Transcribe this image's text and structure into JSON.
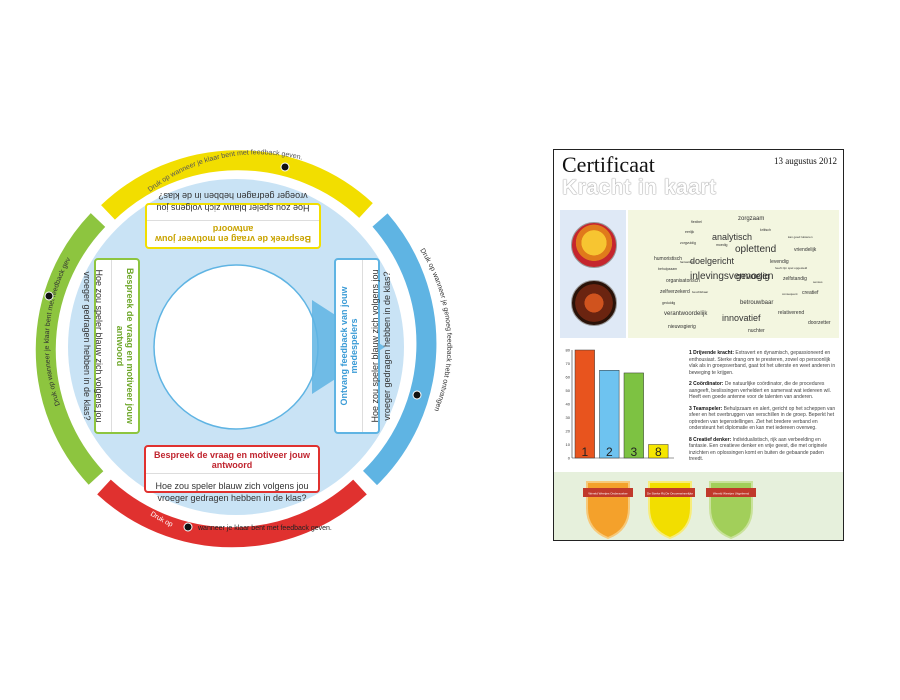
{
  "wheel": {
    "ring_text_top": "Druk op wanneer je klaar bent met feedback geven.",
    "ring_text_left": "Druk op wanneer je klaar bent met feedback geven.",
    "ring_text_right": "Druk op wanneer je genoeg feedback hebt ontvangen",
    "ring_bottom_prefix": "Druk op",
    "ring_bottom_text": "wanneer je klaar bent met feedback geven.",
    "card_bottom": {
      "heading": "Bespreek de vraag en motiveer jouw antwoord",
      "question": "Hoe zou speler blauw zich volgens jou vroeger gedragen hebben in de klas?"
    },
    "card_top": {
      "heading": "Bespreek de vraag en motiveer jouw antwoord",
      "question": "Hoe zou speler blauw zich volgens jou vroeger gedragen hebben in de klas?"
    },
    "card_left": {
      "heading": "Bespreek de vraag en motiveer jouw antwoord",
      "question": "Hoe zou speler blauw zich volgens jou vroeger gedragen hebben in de klas?"
    },
    "card_right": {
      "heading": "Ontvang feedback van jouw medespelers",
      "question": "Hoe zou speler blauw zich volgens jou vroeger gedragen hebben in de klas?"
    },
    "colors": {
      "yellow": "#f2de00",
      "blue": "#5fb4e3",
      "red": "#e0312f",
      "green": "#8dc53f",
      "inner": "#c9e3f5"
    }
  },
  "certificate": {
    "title": "Certificaat",
    "date": "13 augustus 2012",
    "subtitle": "Kracht in kaart",
    "word_cloud": [
      {
        "text": "zorgzaam",
        "size": 6
      },
      {
        "text": "flexibel",
        "size": 3.5
      },
      {
        "text": "eerlijk",
        "size": 3.5
      },
      {
        "text": "kritisch",
        "size": 3.5
      },
      {
        "text": "analytisch",
        "size": 9
      },
      {
        "text": "kan goed luisteren",
        "size": 3
      },
      {
        "text": "zorgvuldig",
        "size": 3.5
      },
      {
        "text": "moedig",
        "size": 3.5
      },
      {
        "text": "oplettend",
        "size": 10
      },
      {
        "text": "vriendelijk",
        "size": 5
      },
      {
        "text": "humoristisch",
        "size": 5
      },
      {
        "text": "doelgericht",
        "size": 9
      },
      {
        "text": "levendig",
        "size": 5
      },
      {
        "text": "fantastisch",
        "size": 3
      },
      {
        "text": "heeft zijn spel opgesteld",
        "size": 3
      },
      {
        "text": "inlevingsvermogen",
        "size": 10
      },
      {
        "text": "behulpzaam",
        "size": 3.5
      },
      {
        "text": "zelfstandig",
        "size": 5
      },
      {
        "text": "organisatorisch",
        "size": 5
      },
      {
        "text": "gevoelig",
        "size": 9
      },
      {
        "text": "sensus",
        "size": 3
      },
      {
        "text": "zelfverzekerd",
        "size": 5
      },
      {
        "text": "beschikbaar",
        "size": 3
      },
      {
        "text": "creatief",
        "size": 5
      },
      {
        "text": "consequent",
        "size": 3
      },
      {
        "text": "geduldig",
        "size": 3.5
      },
      {
        "text": "betrouwbaar",
        "size": 6
      },
      {
        "text": "verantwoordelijk",
        "size": 6
      },
      {
        "text": "relativerend",
        "size": 5
      },
      {
        "text": "innovatief",
        "size": 9
      },
      {
        "text": "doorzetter",
        "size": 5
      },
      {
        "text": "nieuwsgierig",
        "size": 5
      },
      {
        "text": "nuchter",
        "size": 5
      }
    ],
    "traits": [
      {
        "title": "1 Drijvende kracht:",
        "text": "Extravert en dynamisch, gepassioneerd en enthousiast. Sterke drang om te presteren, zowel op persoonlijk vlak als in groepsverband, gaat tot het uiterste en weet anderen in beweging te krijgen."
      },
      {
        "title": "2 Coördinator:",
        "text": "De natuurlijke coördinator, die de procedures aangeeft, beslissingen verheldert en samenvat wat iedereen wil. Heeft een goede antenne voor de talenten van anderen."
      },
      {
        "title": "3 Teamspeler:",
        "text": "Behulpzaam en alert, gericht op het scheppen van sfeer en het overbruggen van verschillen in de groep. Beperkt het optreden van tegenstellingen. Ziet het bredere verband en ondersteunt het diplomatie en kan met iedereen overweg."
      },
      {
        "title": "8 Creatief denker:",
        "text": "Individualistisch, rijk aan verbeelding en fantasie. Een creatieve denker en vrije geest, die met originele inzichten en oplossingen komt en buiten de gebaande paden treedt."
      }
    ],
    "badges": [
      {
        "text": "Wereld Weetjes Onderzoeker"
      },
      {
        "text": "De Sterke Rij De Onoverwinnelijke"
      },
      {
        "text": "Wereld Weetjes Uitgeleend"
      }
    ]
  },
  "chart_data": {
    "type": "bar",
    "categories": [
      "1",
      "2",
      "3",
      "8"
    ],
    "values": [
      80,
      65,
      63,
      10
    ],
    "colors": [
      "#e8541e",
      "#6ec3f0",
      "#7dc242",
      "#f5e600"
    ],
    "ylim": [
      0,
      80
    ],
    "yticks": [
      0,
      10,
      20,
      30,
      40,
      50,
      60,
      70,
      80
    ]
  }
}
